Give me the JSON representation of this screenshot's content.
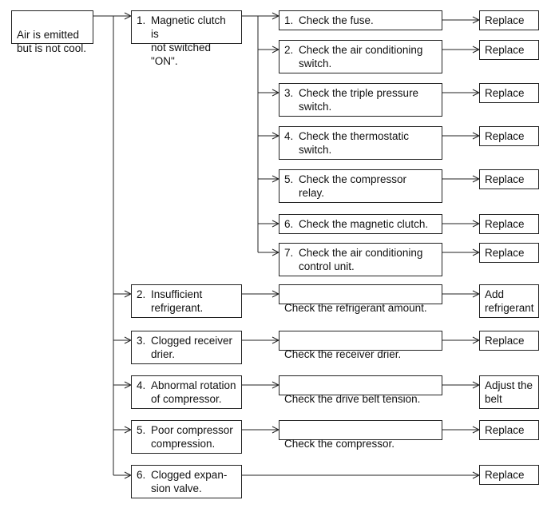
{
  "root": {
    "text": "Air is emitted\nbut is not cool."
  },
  "causes": [
    {
      "num": "1.",
      "text": "Magnetic clutch is\nnot switched  \"ON\"."
    },
    {
      "num": "2.",
      "text": "Insufficient\nrefrigerant."
    },
    {
      "num": "3.",
      "text": "Clogged receiver\ndrier."
    },
    {
      "num": "4.",
      "text": "Abnormal rotation\nof compressor."
    },
    {
      "num": "5.",
      "text": "Poor compressor\ncompression."
    },
    {
      "num": "6.",
      "text": "Clogged expan-\nsion valve."
    }
  ],
  "checks": [
    {
      "num": "1.",
      "text": "Check the fuse."
    },
    {
      "num": "2.",
      "text": "Check the air conditioning\nswitch."
    },
    {
      "num": "3.",
      "text": "Check the triple pressure\nswitch."
    },
    {
      "num": "4.",
      "text": "Check the thermostatic\nswitch."
    },
    {
      "num": "5.",
      "text": "Check the compressor\nrelay."
    },
    {
      "num": "6.",
      "text": "Check the magnetic clutch."
    },
    {
      "num": "7.",
      "text": "Check the air conditioning\ncontrol unit."
    },
    {
      "num": "",
      "text": "Check the refrigerant amount."
    },
    {
      "num": "",
      "text": "Check the receiver drier."
    },
    {
      "num": "",
      "text": "Check the drive belt tension."
    },
    {
      "num": "",
      "text": "Check the compressor."
    }
  ],
  "actions": [
    "Replace",
    "Replace",
    "Replace",
    "Replace",
    "Replace",
    "Replace",
    "Replace",
    "Add\nrefrigerant",
    "Replace",
    "Adjust the\nbelt",
    "Replace",
    "Replace"
  ]
}
